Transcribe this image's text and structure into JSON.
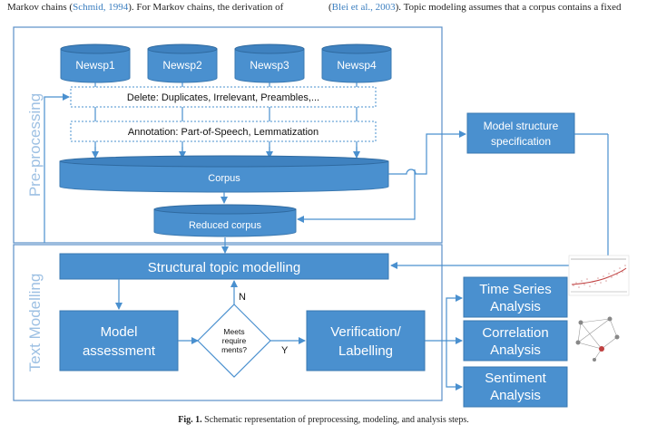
{
  "header_text": {
    "left_prefix": "Markov chains (",
    "left_cite": "Schmid, 1994",
    "left_suffix": "). For Markov chains, the derivation of",
    "right_prefix": "(",
    "right_cite": "Blei et al., 2003",
    "right_suffix": "). Topic modeling assumes that a corpus contains a fixed"
  },
  "sections": {
    "preprocessing": "Pre-processing",
    "text_modelling": "Text Modelling"
  },
  "newspapers": [
    "Newsp1",
    "Newsp2",
    "Newsp3",
    "Newsp4"
  ],
  "steps": {
    "delete": "Delete: Duplicates, Irrelevant, Preambles,...",
    "annotation": "Annotation: Part-of-Speech, Lemmatization",
    "corpus": "Corpus",
    "reduced_corpus": "Reduced corpus",
    "model_structure_line1": "Model structure",
    "model_structure_line2": "specification",
    "stm": "Structural topic modelling",
    "assessment_line1": "Model",
    "assessment_line2": "assessment",
    "decision_line1": "Meets",
    "decision_line2": "require",
    "decision_line3": "ments?",
    "no": "N",
    "yes": "Y",
    "verification_line1": "Verification/",
    "verification_line2": "Labelling"
  },
  "analyses": [
    {
      "line1": "Time Series",
      "line2": "Analysis"
    },
    {
      "line1": "Correlation",
      "line2": "Analysis"
    },
    {
      "line1": "Sentiment",
      "line2": "Analysis"
    }
  ],
  "thumbnails": {
    "time_series": "timeseries-thumbnail",
    "network": "network-thumbnail"
  },
  "caption": {
    "label": "Fig. 1.",
    "text": "Schematic representation of preprocessing, modeling, and analysis steps."
  },
  "colors": {
    "box_fill": "#4a90cf",
    "box_stroke": "#3a78b0",
    "frame": "#5b8fc7",
    "section_label": "#9dc0e3",
    "arrow": "#4a90cf"
  }
}
